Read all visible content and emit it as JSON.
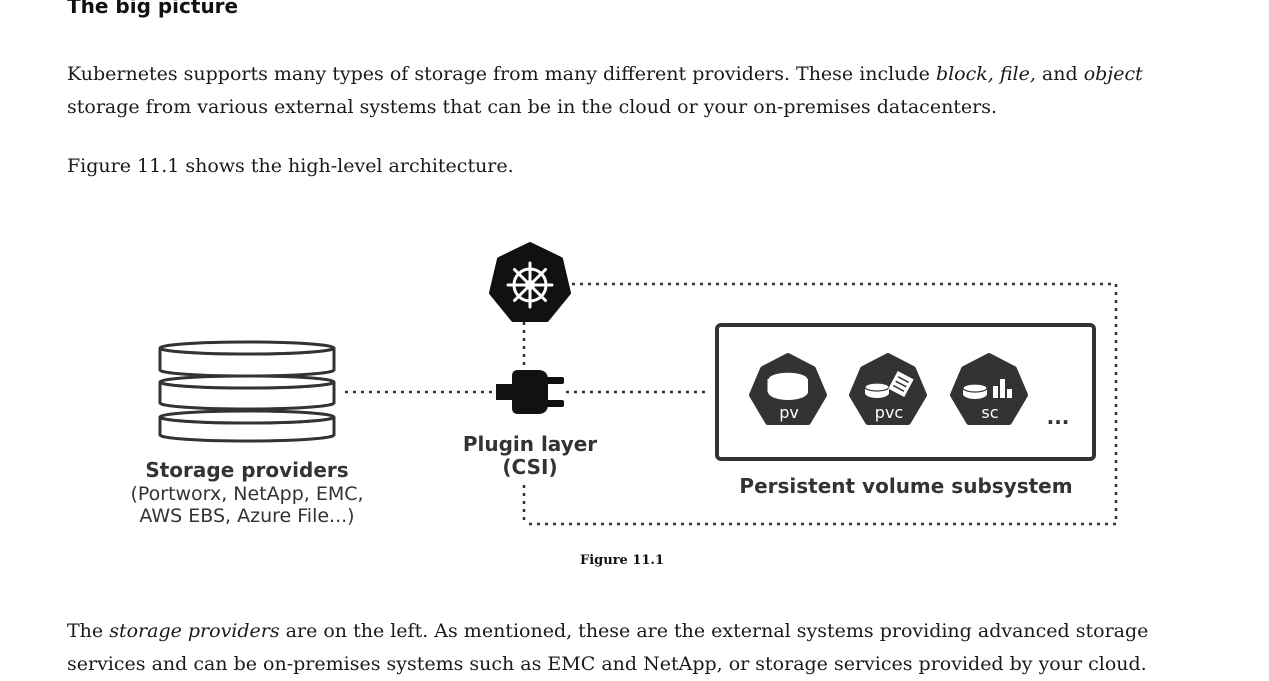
{
  "heading": "The big picture",
  "para1": {
    "t1": "Kubernetes supports many types of storage from many different providers. These include ",
    "i1": "block, file,",
    "t2": " and ",
    "i2": "object",
    "t3": " storage from various external systems that can be in the cloud or your on-premises datacenters."
  },
  "para2": "Figure 11.1 shows the high-level architecture.",
  "figure": {
    "storage_title": "Storage providers",
    "storage_sub1": "(Portworx, NetApp, EMC,",
    "storage_sub2": "AWS EBS, Azure File...)",
    "plugin_line1": "Plugin layer",
    "plugin_line2": "(CSI)",
    "pv_label": "pv",
    "pvc_label": "pvc",
    "sc_label": "sc",
    "ellipsis": "...",
    "subsystem_label": "Persistent volume subsystem",
    "caption": "Figure 11.1"
  },
  "para3": {
    "t1": "The ",
    "i1": "storage providers",
    "t2": " are on the left. As mentioned, these are the external systems providing advanced storage services and can be on-premises systems such as EMC and NetApp, or storage services provided by your cloud."
  }
}
